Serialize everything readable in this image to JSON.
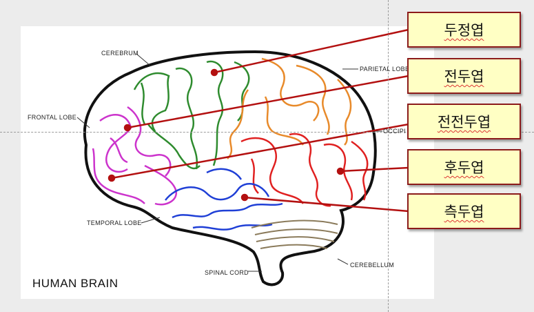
{
  "diagram": {
    "title": "HUMAN BRAIN",
    "labels": {
      "cerebrum": "CEREBRUM",
      "parietal": "PARIETAL LOBE",
      "frontal": "FRONTAL LOBE",
      "occipital": "OCCIPI",
      "temporal": "TEMPORAL LOBE",
      "spinal": "SPINAL CORD",
      "cerebellum": "CEREBELLUM"
    },
    "lobe_colors": {
      "frontal": "#cc33cc",
      "parietal_top": "#2e8b2e",
      "parietal": "#e88a2a",
      "occipital": "#e02020",
      "temporal": "#1f3fd6",
      "cerebellum": "#8a7a5a"
    },
    "callouts": [
      {
        "text": "두정엽"
      },
      {
        "text": "전두엽"
      },
      {
        "text": "전전두엽"
      },
      {
        "text": "후두엽"
      },
      {
        "text": "측두엽"
      }
    ],
    "callout_style": {
      "fill": "#ffffc4",
      "border": "#8b1a1a",
      "line": "#b31010"
    }
  }
}
